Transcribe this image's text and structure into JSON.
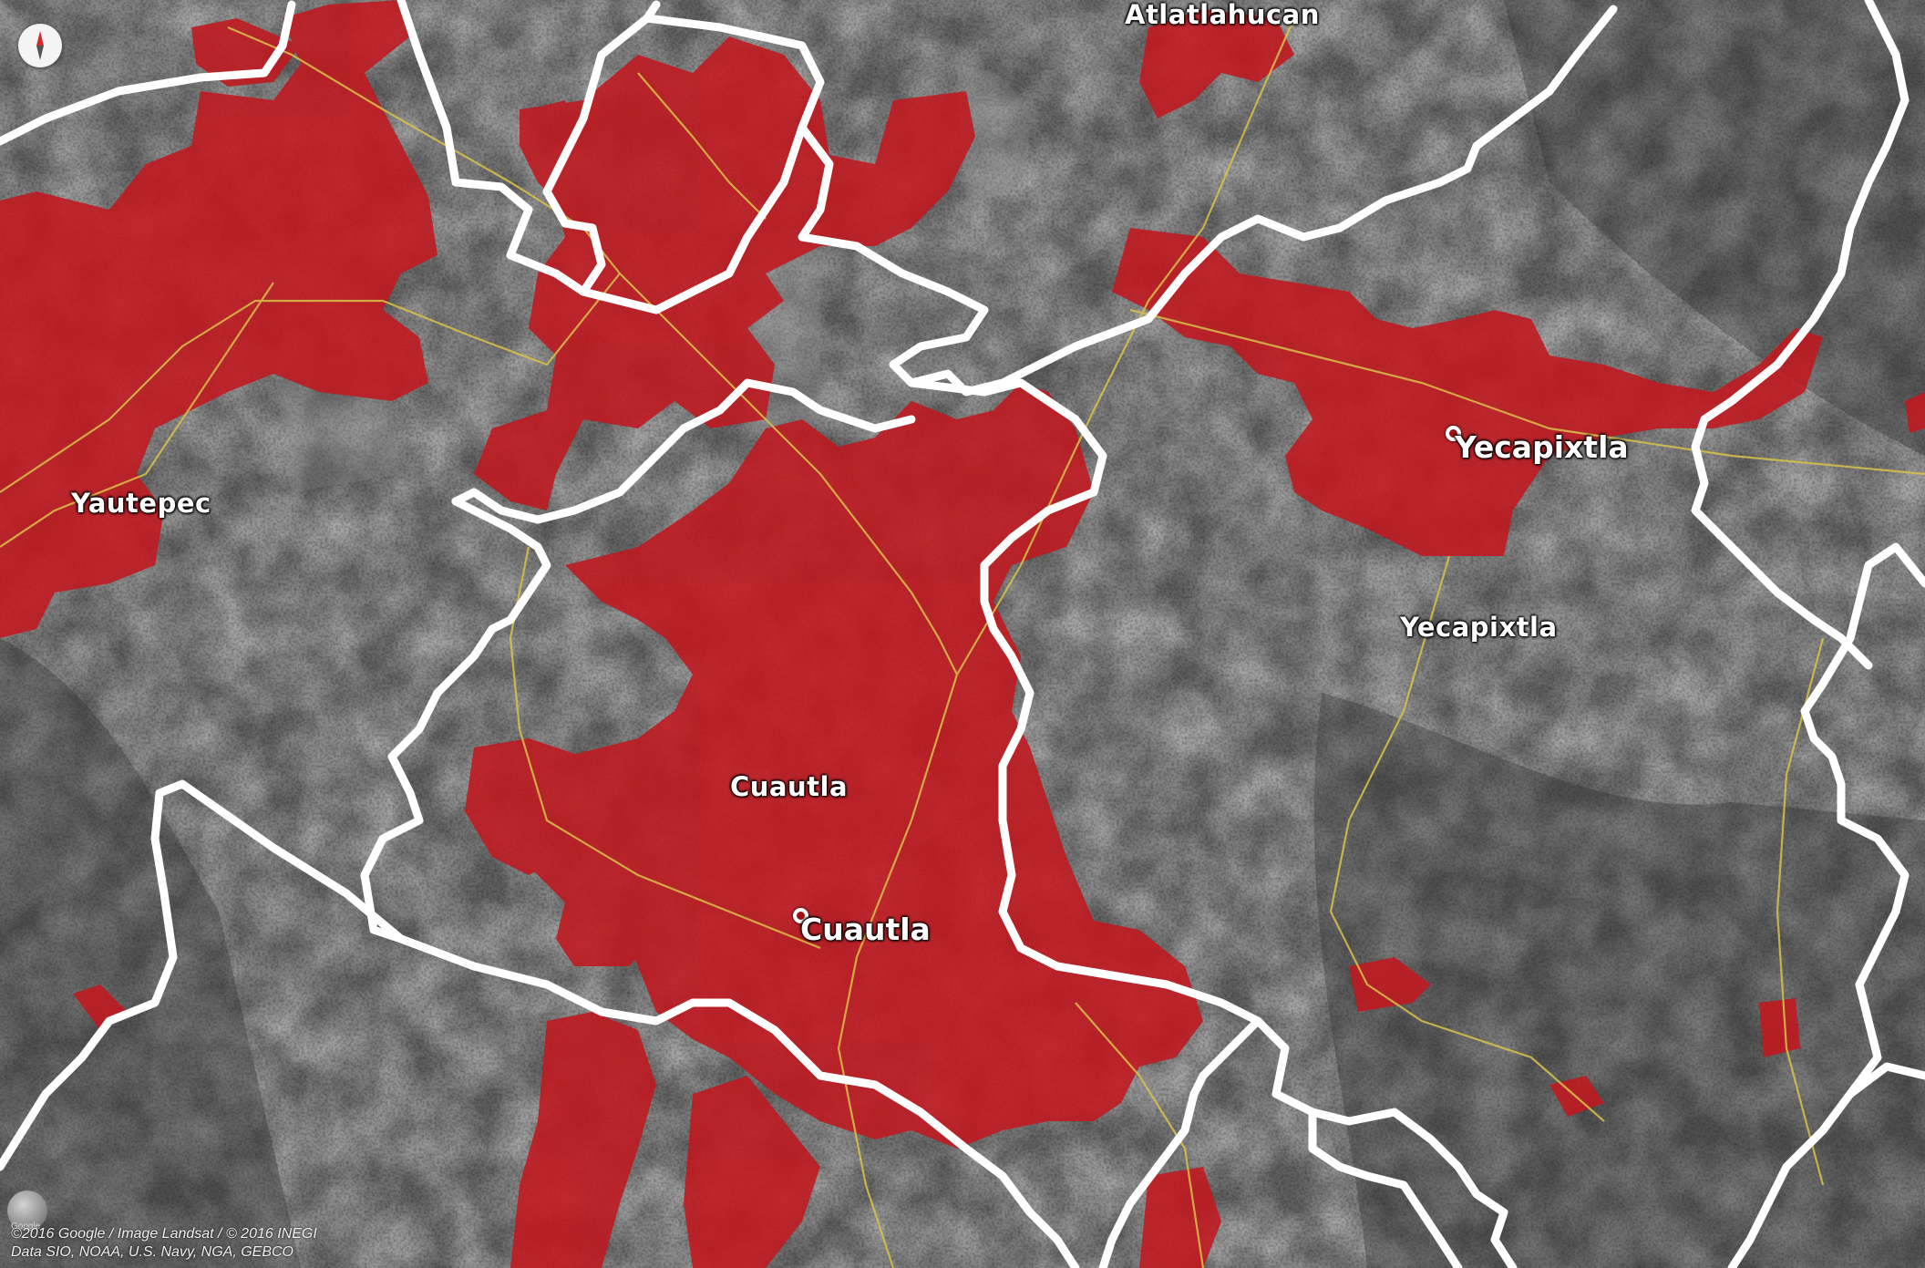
{
  "map": {
    "colors": {
      "background": "#5f5f5f",
      "urban_fill": "#c0181f",
      "boundary": "#ffffff",
      "road": "#d9c24a"
    },
    "labels": {
      "atlatlahucan": "Atlatlahucan",
      "yautepec": "Yautepec",
      "yecapixtla_town": "Yecapixtla",
      "yecapixtla_municipality": "Yecapixtla",
      "cuautla_municipality": "Cuautla",
      "cuautla_town": "Cuautla"
    },
    "compass_icon": "compass-north-icon",
    "attribution_line1": "©2016 Google / Image Landsat / © 2016 INEGI",
    "attribution_line2": "Data SIO, NOAA, U.S. Navy, NGA, GEBCO",
    "logo_text": "Google"
  }
}
